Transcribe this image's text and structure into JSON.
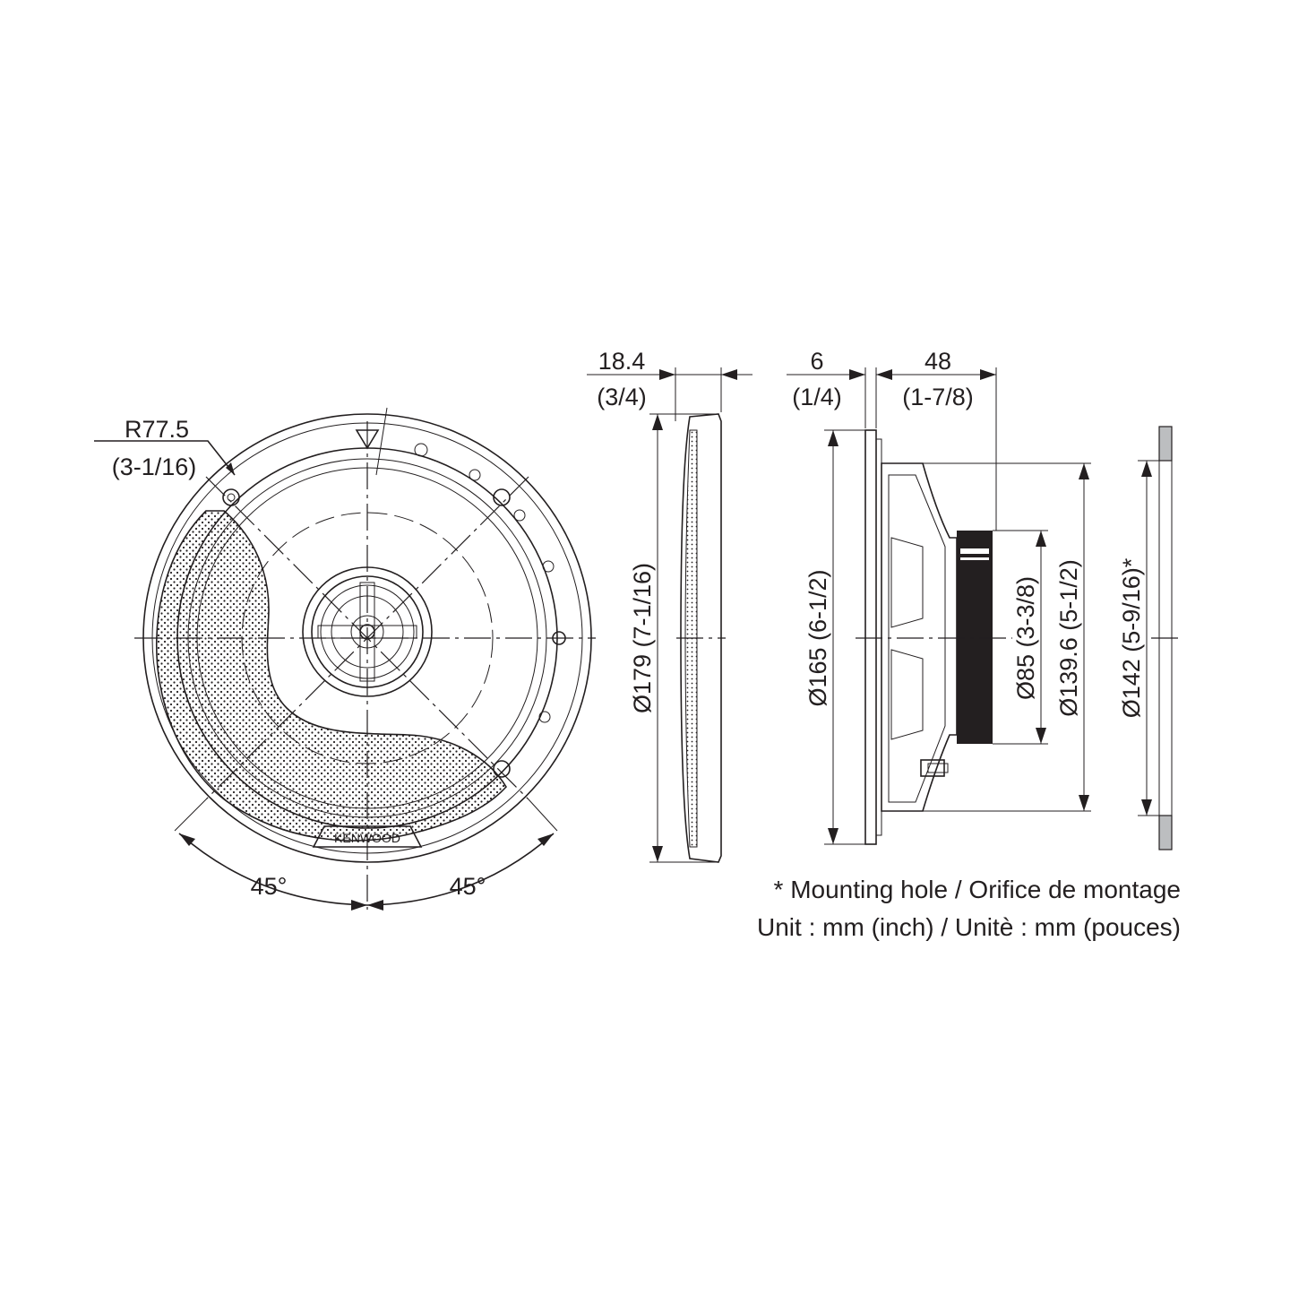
{
  "front_view": {
    "radius_label": "R77.5",
    "radius_label_inch": "(3-1/16)",
    "angle_left_label": "45°",
    "angle_right_label": "45°",
    "brand_logo": "KENWOOD"
  },
  "grille_side_view": {
    "depth_label": "18.4",
    "depth_label_inch": "(3/4)",
    "diameter_label": "Ø179 (7-1/16)"
  },
  "speaker_side_view": {
    "flange_label": "6",
    "flange_label_inch": "(1/4)",
    "depth_label": "48",
    "depth_label_inch": "(1-7/8)",
    "outer_diameter_label": "Ø165 (6-1/2)",
    "magnet_diameter_label": "Ø85 (3-3/8)",
    "frame_diameter_label": "Ø139.6 (5-1/2)"
  },
  "mounting_hole_view": {
    "hole_diameter_label": "Ø142 (5-9/16)*"
  },
  "notes": {
    "mounting_hole": "* Mounting hole / Orifice de montage",
    "unit": "Unit : mm (inch) / Unitè : mm (pouces)"
  },
  "colors": {
    "ink": "#231f20",
    "background": "#ffffff"
  }
}
